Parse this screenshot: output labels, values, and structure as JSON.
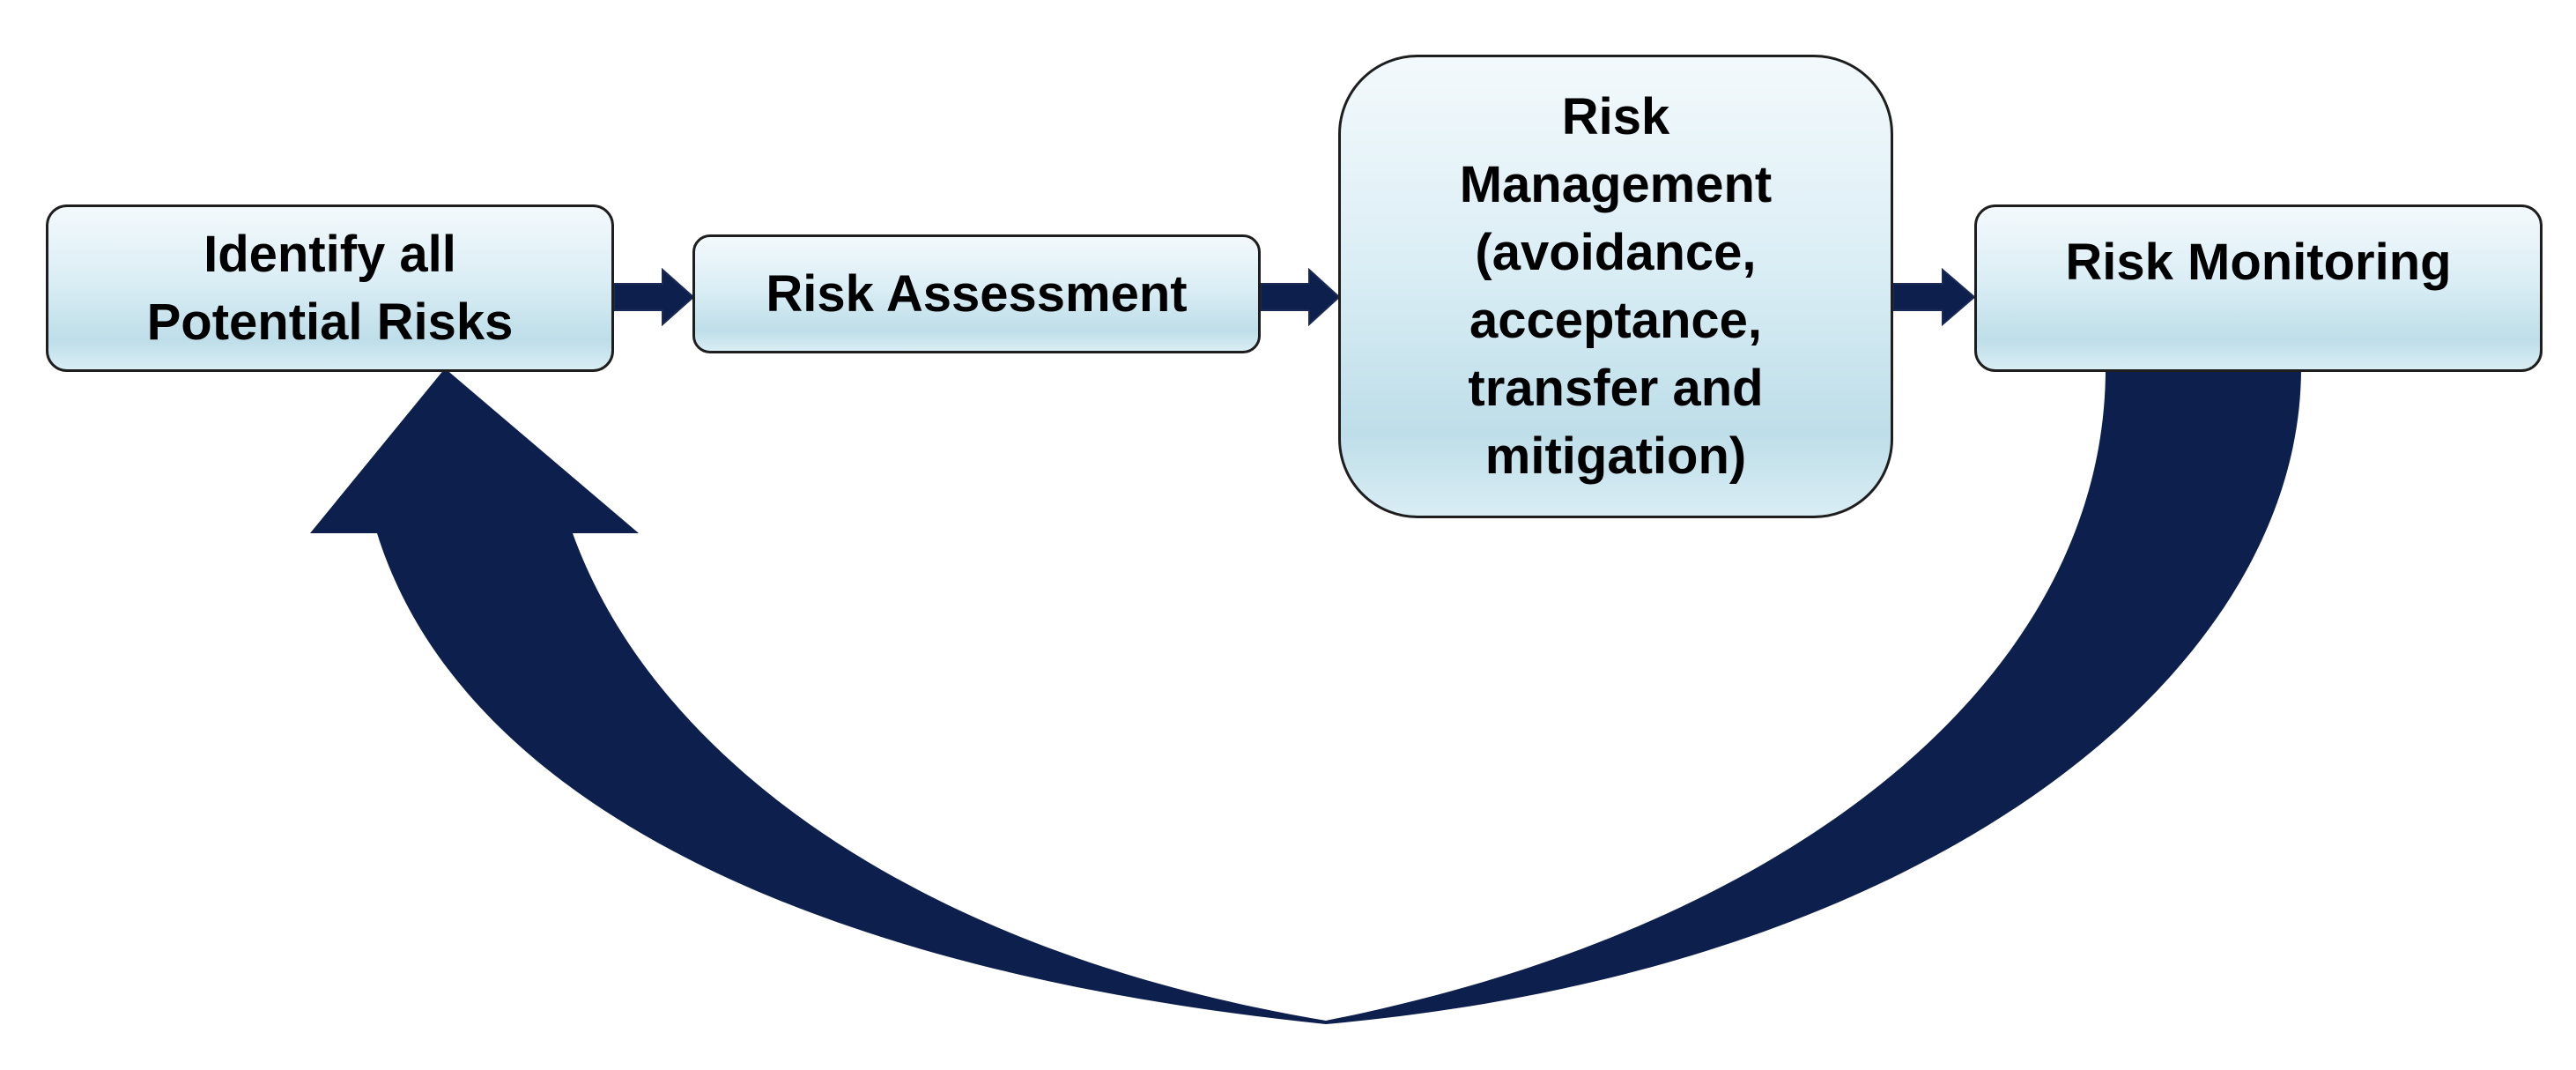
{
  "steps": [
    {
      "id": "identify",
      "lines": [
        "Identify all",
        "Potential Risks"
      ]
    },
    {
      "id": "assessment",
      "lines": [
        "Risk Assessment"
      ]
    },
    {
      "id": "management",
      "lines": [
        "Risk",
        "Management",
        "(avoidance,",
        "acceptance,",
        "transfer and",
        "mitigation)"
      ]
    },
    {
      "id": "monitoring",
      "lines": [
        "Risk Monitoring"
      ]
    }
  ],
  "colors": {
    "arrow": "#0d1f4d",
    "box_border": "#1e1e1e",
    "box_fill_top": "#f3f9fc",
    "box_fill_mid": "#bedee9",
    "text": "#000000"
  }
}
